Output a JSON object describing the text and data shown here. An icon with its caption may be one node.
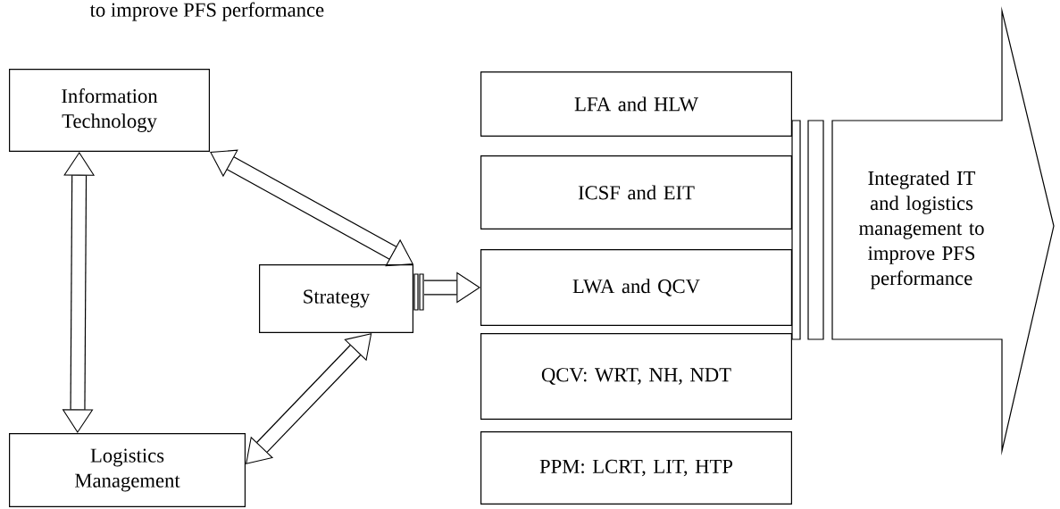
{
  "diagram": {
    "nodes": [
      {
        "text": [
          "Information Technology"
        ]
      },
      {
        "text": [
          "Logistics Management"
        ]
      },
      {
        "text": [
          "Strategy"
        ]
      },
      {
        "text": [
          "LFA and HLW"
        ]
      },
      {
        "text": [
          "ICSF and EIT"
        ]
      },
      {
        "text": [
          "LWA and QCV"
        ]
      },
      {
        "text": [
          "QCV: WRT, NH, NDT"
        ]
      },
      {
        "text": [
          "PPM: LCRT, LIT, HTP"
        ]
      },
      {
        "text": [
          "Integrated IT and logistics management to improve PFS performance"
        ]
      }
    ],
    "edges": [
      {
        "from": 0,
        "to": 2,
        "arrow": "both"
      },
      {
        "from": 2,
        "to": 1,
        "arrow": "both"
      },
      {
        "from": 0,
        "to": 1,
        "arrow": "both"
      },
      {
        "from": 2,
        "to": 5,
        "arrow": "to"
      }
    ],
    "labels": [
      "to improve PFS performance"
    ]
  }
}
